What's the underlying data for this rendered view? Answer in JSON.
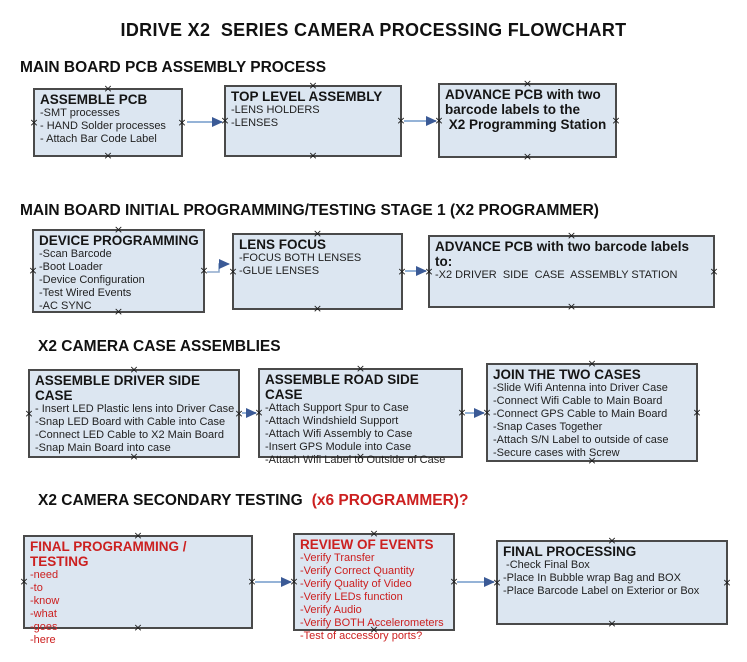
{
  "title": "IDRIVE X2  SERIES CAMERA PROCESSING FLOWCHART",
  "colors": {
    "box_fill": "#dce6f1",
    "box_border": "#4a4a4a",
    "arrow_line": "#95b3d7",
    "arrow_head": "#3b5a96",
    "red_text": "#cc2020"
  },
  "sections": [
    {
      "heading": "MAIN BOARD PCB ASSEMBLY PROCESS",
      "boxes": [
        {
          "title": "ASSEMBLE PCB",
          "items": [
            "-SMT processes",
            "- HAND Solder processes",
            "- Attach Bar Code Label"
          ]
        },
        {
          "title": "TOP LEVEL ASSEMBLY",
          "items": [
            "-LENS HOLDERS",
            "-LENSES"
          ]
        },
        {
          "title": "ADVANCE PCB with two\nbarcode labels to the\n X2 Programming Station",
          "items": []
        }
      ]
    },
    {
      "heading": "MAIN BOARD INITIAL PROGRAMMING/TESTING STAGE 1 (X2 PROGRAMMER)",
      "boxes": [
        {
          "title": "DEVICE PROGRAMMING",
          "items": [
            "-Scan Barcode",
            "-Boot Loader",
            "-Device Configuration",
            "-Test Wired Events",
            "-AC SYNC"
          ]
        },
        {
          "title": "LENS FOCUS",
          "items": [
            "-FOCUS BOTH LENSES",
            "-GLUE LENSES"
          ]
        },
        {
          "title": "ADVANCE PCB with two barcode labels to:",
          "items": [
            "-X2 DRIVER  SIDE  CASE  ASSEMBLY STATION"
          ]
        }
      ]
    },
    {
      "heading": "X2 CAMERA CASE ASSEMBLIES",
      "boxes": [
        {
          "title": "ASSEMBLE DRIVER SIDE CASE",
          "items": [
            "- Insert LED Plastic lens into Driver Case",
            "-Snap LED Board with Cable into Case",
            "-Connect LED Cable to X2 Main Board",
            "-Snap Main Board into case"
          ]
        },
        {
          "title": "ASSEMBLE ROAD SIDE CASE",
          "items": [
            "-Attach Support Spur to Case",
            "-Attach Windshield Support",
            "-Attach Wifi Assembly to Case",
            "-Insert GPS Module into Case",
            "-Attach Wifi Label to Outside of Case"
          ]
        },
        {
          "title": "JOIN THE TWO CASES",
          "items": [
            "-Slide Wifi Antenna into Driver Case",
            "-Connect Wifi Cable to Main Board",
            "-Connect GPS Cable to Main Board",
            "-Snap Cases Together",
            "-Attach S/N Label to outside of case",
            "-Secure cases with Screw"
          ]
        }
      ]
    },
    {
      "heading": "X2 CAMERA SECONDARY TESTING",
      "heading_red": "(x6 PROGRAMMER)?",
      "boxes": [
        {
          "title": "FINAL PROGRAMMING / TESTING",
          "items": [
            "-need",
            "-to",
            "-know",
            "-what",
            "-goes",
            "-here"
          ]
        },
        {
          "title": "REVIEW OF EVENTS",
          "items": [
            "-Verify Transfer",
            "-Verify Correct Quantity",
            "-Verify Quality of Video",
            "-Verify LEDs function",
            "-Verify Audio",
            "-Verify BOTH Accelerometers",
            "-Test of accessory ports?"
          ]
        },
        {
          "title": "FINAL PROCESSING",
          "items": [
            " -Check Final Box",
            "-Place In Bubble wrap Bag and BOX",
            "-Place Barcode Label on Exterior or Box"
          ]
        }
      ]
    }
  ]
}
